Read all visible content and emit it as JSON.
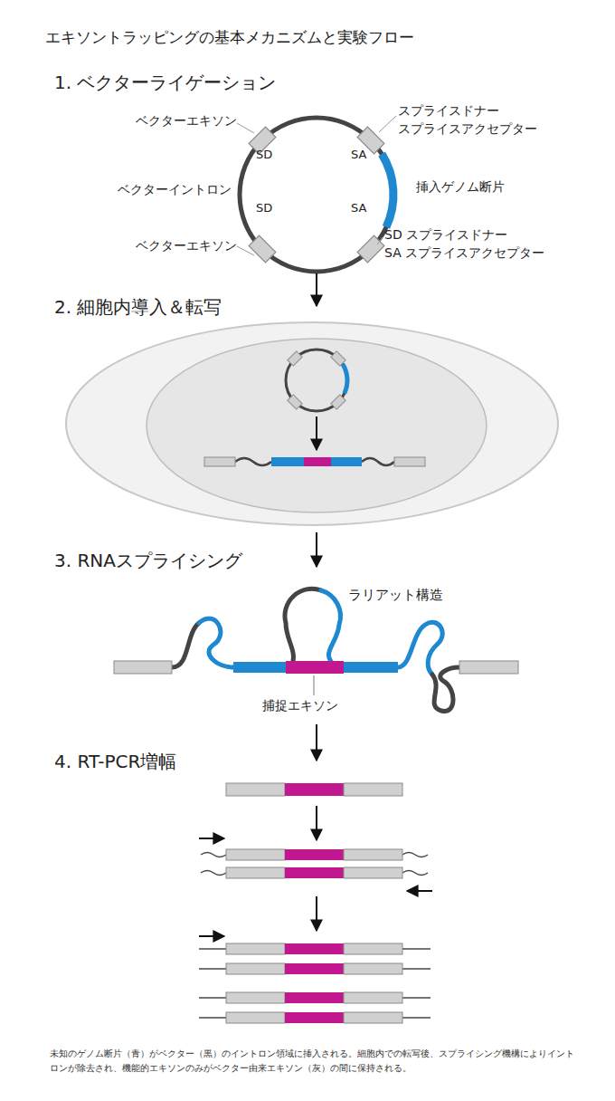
{
  "diagram": {
    "title": "エキソントラッピングの基本メカニズムと実験フロー",
    "labels": [
      "1. ベクターライゲーション",
      "ベクターエキソン",
      "SD",
      "ベクターイントロン",
      "SD",
      "ベクターエキソン",
      "スプライスドナー スプライスアクセプター",
      "SA",
      "挿入ゲノム断片",
      "SA",
      "SD スプライスドナー",
      "SA スプライスアクセプター",
      "2. 細胞内導入＆転写",
      "3. RNAスプライシング",
      "ラリアット構造",
      "捕捉エキソン",
      "4. RT-PCR増幅"
    ],
    "caption": "未知のゲノム断片（青）がベクター（黒）のイントロン領域に挿入される。細胞内での転写後、スプライシング機構によりイントロンが除去され、機能的エキソンのみがベクター由来エキソン（灰）の間に保持される。"
  }
}
